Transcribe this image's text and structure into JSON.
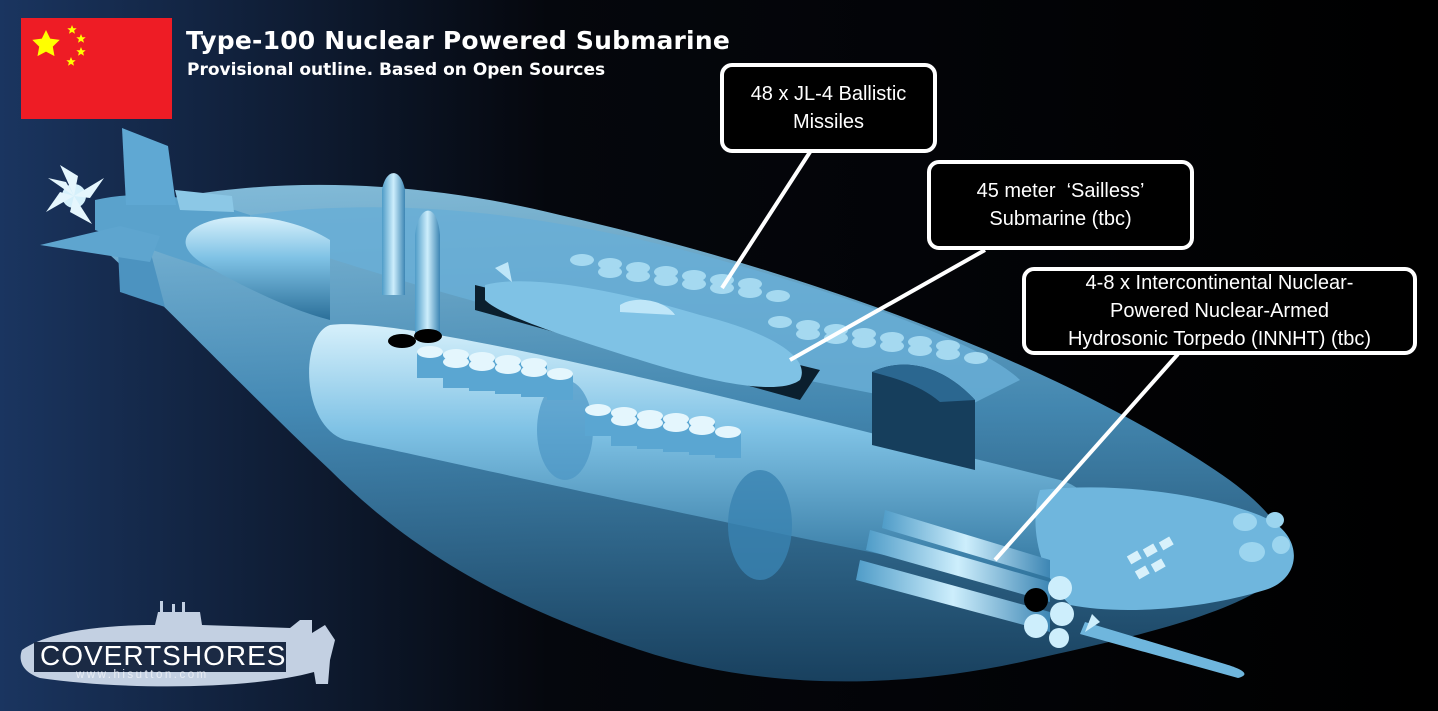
{
  "header": {
    "title": "Type-100 Nuclear Powered Submarine",
    "subtitle": "Provisional outline. Based on Open Sources"
  },
  "callouts": [
    {
      "lines": [
        "48 x JL-4 Ballistic",
        "Missiles"
      ]
    },
    {
      "lines": [
        "45 meter  ‘Sailless’",
        "Submarine (tbc)"
      ]
    },
    {
      "lines": [
        "4-8 x Intercontinental Nuclear-",
        "Powered Nuclear-Armed",
        "Hydrosonic Torpedo (INNHT) (tbc)"
      ]
    }
  ],
  "branding": {
    "name": "COVERTSHORES",
    "url": "www.hisutton.com"
  },
  "flag": {
    "field_color": "#EE1C25",
    "star_color": "#FFFF00"
  },
  "colors": {
    "hull_light": "#bfe6f8",
    "hull_mid": "#5ea8d0",
    "hull_dark": "#1d4f72",
    "background_left": "#1a3560",
    "background_right": "#000000"
  }
}
